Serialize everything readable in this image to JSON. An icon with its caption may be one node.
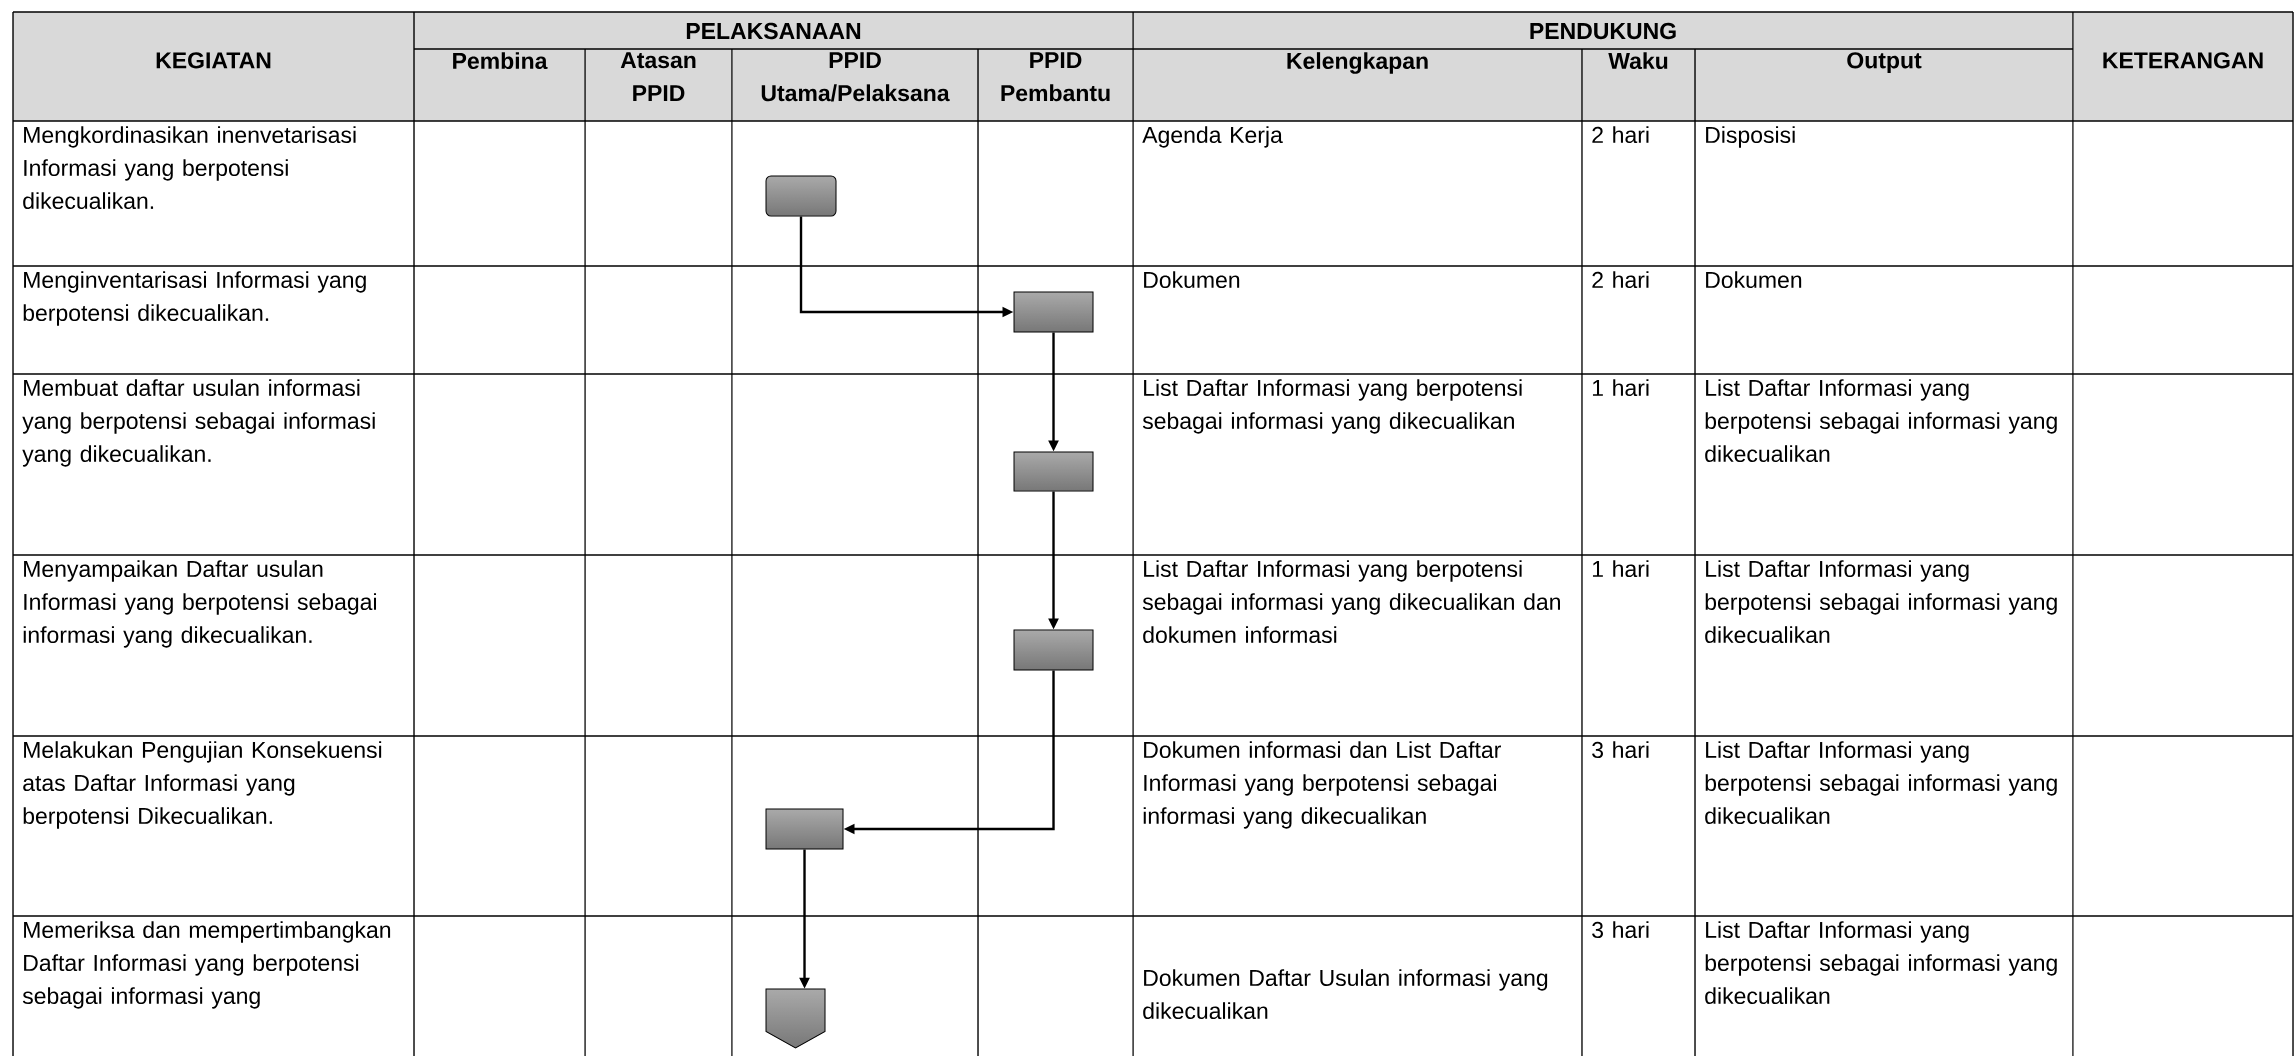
{
  "diagram": {
    "nodes": [
      {
        "text": [],
        "shape": "box"
      },
      {
        "text": [],
        "shape": "box"
      },
      {
        "text": [],
        "shape": "box"
      },
      {
        "text": [],
        "shape": "box"
      },
      {
        "text": [],
        "shape": "box"
      },
      {
        "text": [],
        "shape": "pentagon"
      }
    ],
    "edges": [
      {
        "from": 0,
        "to": 1,
        "arrow": "to"
      },
      {
        "from": 1,
        "to": 2,
        "arrow": "to"
      },
      {
        "from": 2,
        "to": 3,
        "arrow": "to"
      },
      {
        "from": 3,
        "to": 4,
        "arrow": "to"
      },
      {
        "from": 4,
        "to": 5,
        "arrow": "to"
      }
    ],
    "labels": [
      "PELAKSANAAN",
      "PENDUKUNG",
      "KEGIATAN",
      "Pembina",
      "Atasan PPID",
      "PPID Utama/Pelaksana",
      "PPID Pembantu",
      "Kelengkapan",
      "Waku",
      "Output",
      "KETERANGAN",
      "Mengkordinasikan inenvetarisasi Informasi yang berpotensi dikecualikan.",
      "Agenda Kerja",
      "2 hari",
      "Disposisi",
      "Menginventarisasi Informasi yang berpotensi dikecualikan.",
      "Dokumen",
      "2 hari",
      "Dokumen",
      "Membuat daftar usulan informasi yang berpotensi sebagai informasi yang dikecualikan.",
      "List Daftar Informasi yang berpotensi sebagai informasi yang dikecualikan",
      "1 hari",
      "List Daftar Informasi yang berpotensi sebagai informasi yang dikecualikan",
      "Menyampaikan Daftar usulan Informasi yang berpotensi sebagai informasi yang dikecualikan.",
      "List Daftar Informasi yang berpotensi sebagai informasi yang dikecualikan dan dokumen informasi",
      "1 hari",
      "List Daftar Informasi yang berpotensi sebagai informasi yang dikecualikan",
      "Melakukan Pengujian Konsekuensi atas Daftar Informasi yang berpotensi Dikecualikan.",
      "Dokumen informasi dan List Daftar Informasi yang berpotensi sebagai informasi yang dikecualikan",
      "3 hari",
      "List Daftar Informasi yang berpotensi sebagai informasi yang dikecualikan",
      "Memeriksa dan mempertimbangkan Daftar Informasi yang berpotensi sebagai informasi yang",
      "Dokumen Daftar Usulan informasi yang dikecualikan",
      "3 hari",
      "List Daftar Informasi yang berpotensi sebagai informasi yang dikecualikan"
    ]
  }
}
